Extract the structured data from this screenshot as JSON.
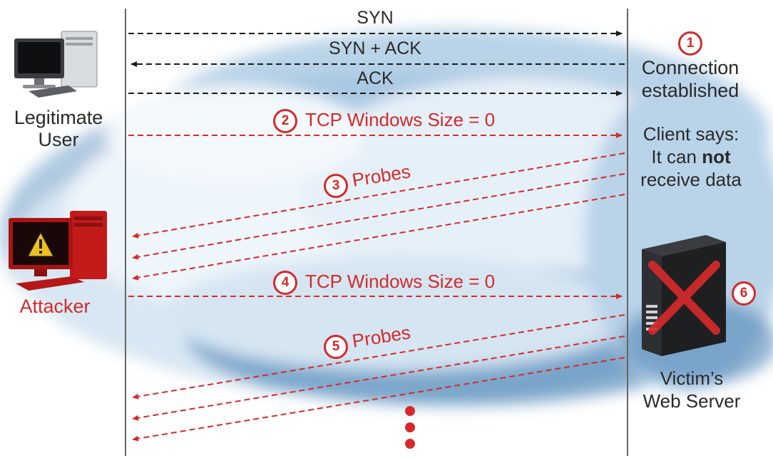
{
  "messages": {
    "syn": "SYN",
    "syn_ack": "SYN + ACK",
    "ack": "ACK",
    "step2": "TCP Windows Size = 0",
    "step3": "Probes",
    "step4": "TCP Windows Size = 0",
    "step5": "Probes"
  },
  "badges": {
    "b1": "1",
    "b2": "2",
    "b3": "3",
    "b4": "4",
    "b5": "5",
    "b6": "6"
  },
  "notes": {
    "connection_line1": "Connection",
    "connection_line2": "established",
    "client_line1": "Client says:",
    "client_line2_prefix": "It can ",
    "client_line2_bold": "not",
    "client_line3": "receive data"
  },
  "actors": {
    "legit_line1": "Legitimate",
    "legit_line2": "User",
    "attacker": "Attacker",
    "server_line1": "Victim’s",
    "server_line2": "Web Server"
  },
  "colors": {
    "black_arrow": "#1a1a1a",
    "red_arrow": "#d42a2a",
    "lifeline": "#666666",
    "cloud": "#8fb7d6"
  },
  "icons": [
    "computer-icon",
    "warning-computer-icon",
    "server-icon",
    "x-mark-icon"
  ]
}
